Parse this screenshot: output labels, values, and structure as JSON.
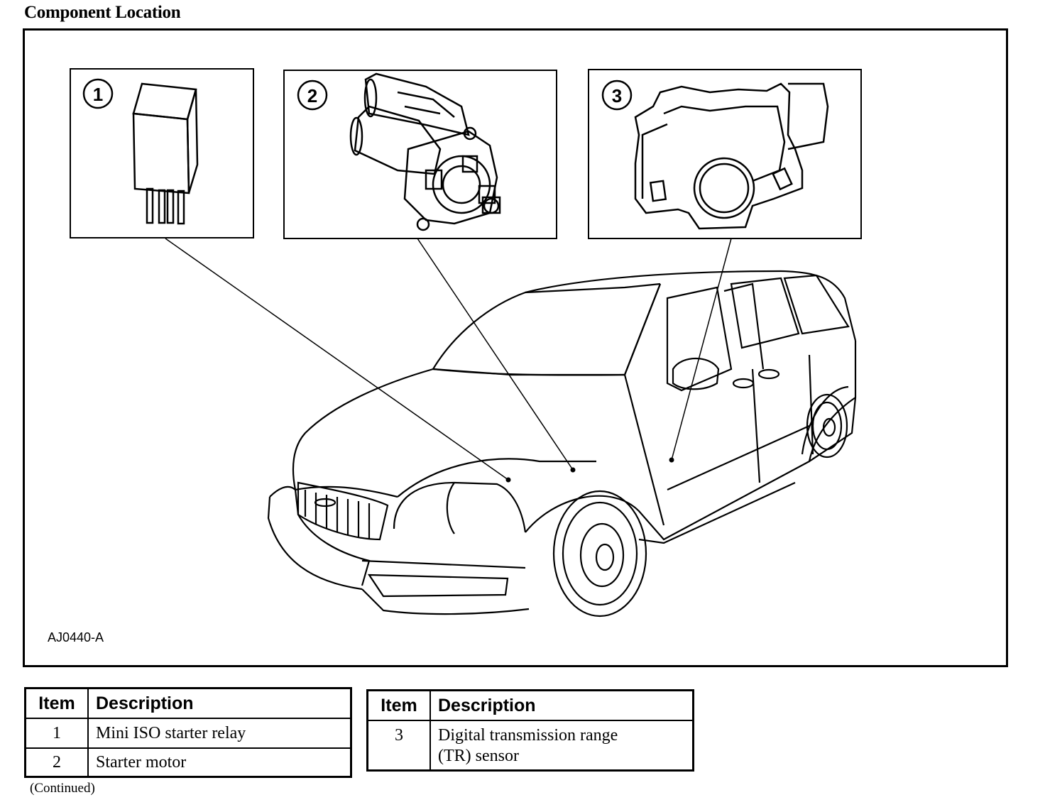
{
  "title": "Component Location",
  "figure": {
    "code": "AJ0440-A",
    "callouts": [
      {
        "number": "1",
        "component": "Mini ISO starter relay"
      },
      {
        "number": "2",
        "component": "Starter motor"
      },
      {
        "number": "3",
        "component": "Digital transmission range (TR) sensor"
      }
    ]
  },
  "table_left": {
    "headers": {
      "item": "Item",
      "description": "Description"
    },
    "rows": [
      {
        "item": "1",
        "description": "Mini ISO starter relay"
      },
      {
        "item": "2",
        "description": "Starter motor"
      }
    ]
  },
  "table_right": {
    "headers": {
      "item": "Item",
      "description": "Description"
    },
    "rows": [
      {
        "item": "3",
        "description_line1": "Digital transmission range",
        "description_line2": "(TR) sensor"
      }
    ]
  },
  "footer_note": "(Continued)"
}
